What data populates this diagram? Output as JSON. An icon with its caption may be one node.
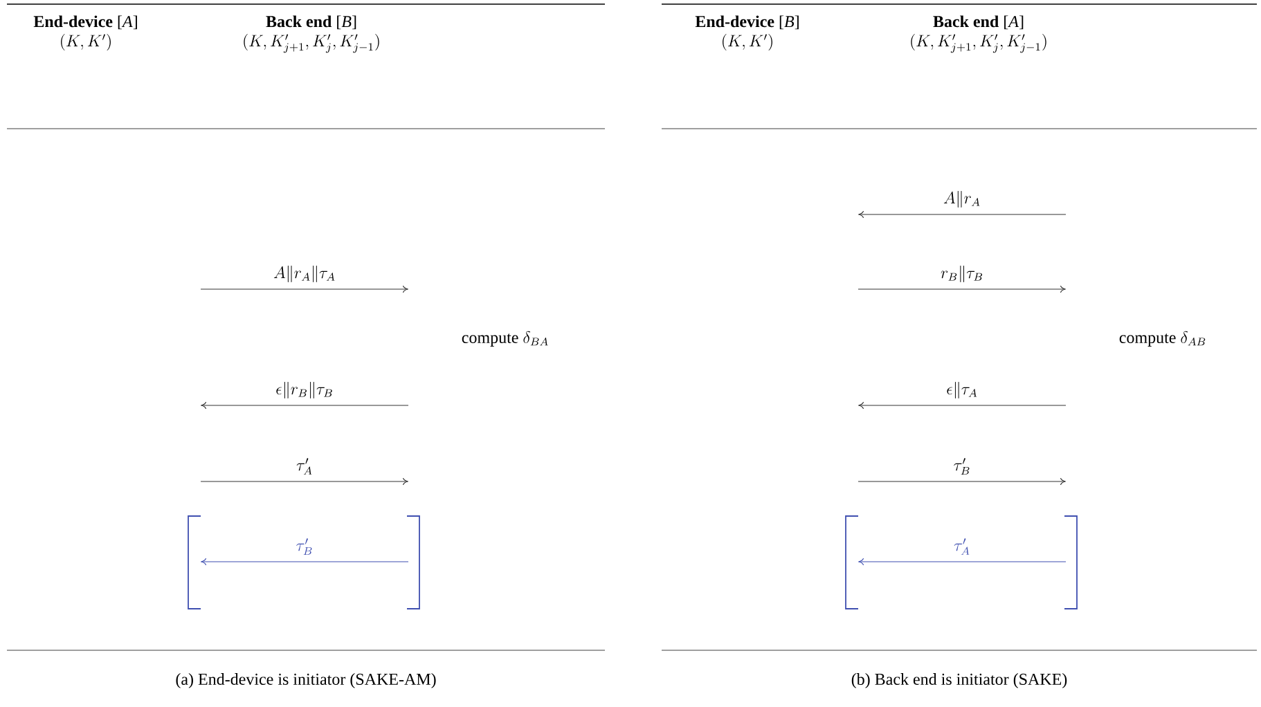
{
  "diagram": {
    "nodes": [
      {
        "text": [
          "**End-device** [*A*]",
          "(K, K')"
        ]
      },
      {
        "text": [
          "**Back end** [*B*]",
          "(K, K'_{j+1}, K'_j, K'_{j-1})"
        ]
      },
      {
        "text": [
          "**End-device** [*B*]",
          "(K, K')"
        ]
      },
      {
        "text": [
          "**Back end** [*A*]",
          "(K, K'_{j+1}, K'_j, K'_{j-1})"
        ]
      }
    ],
    "labels": [
      "A\\|r_A\\|\\tau_A",
      "\\mbox{compute } \\delta_{BA}",
      "\\epsilon\\|r_B\\|\\tau_B",
      "\\tau'_A",
      "\\tau'_B",
      "(a) End-device is initiator (SAKE-AM)",
      "A\\|r_A",
      "r_B\\|\\tau_B",
      "\\mbox{compute } \\delta_{AB}",
      "\\epsilon\\|\\tau_A",
      "\\tau'_B",
      "\\tau'_A",
      "(b) Back end is initiator (SAKE)"
    ]
  }
}
